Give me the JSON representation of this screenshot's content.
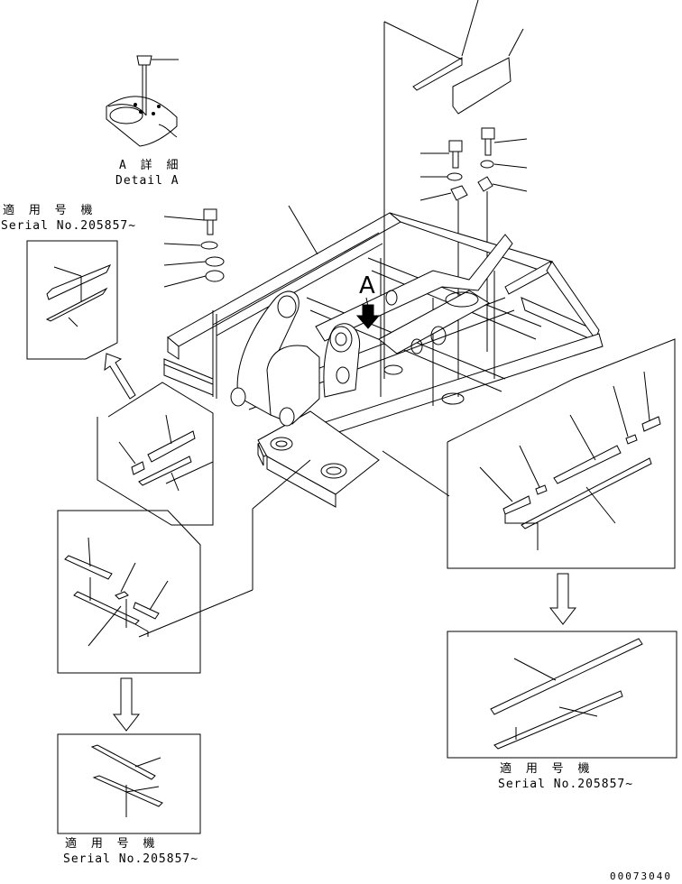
{
  "detail": {
    "jp": "A 詳 細",
    "en": "Detail A"
  },
  "serial_top_left": {
    "jp": "適 用 号 機",
    "en": "Serial No.205857~"
  },
  "serial_right": {
    "jp": "適 用 号 機",
    "en": "Serial No.205857~"
  },
  "serial_bottom_left": {
    "jp": "適 用 号 機",
    "en": "Serial No.205857~"
  },
  "view_marker": "A",
  "drawing_code": "00073040"
}
